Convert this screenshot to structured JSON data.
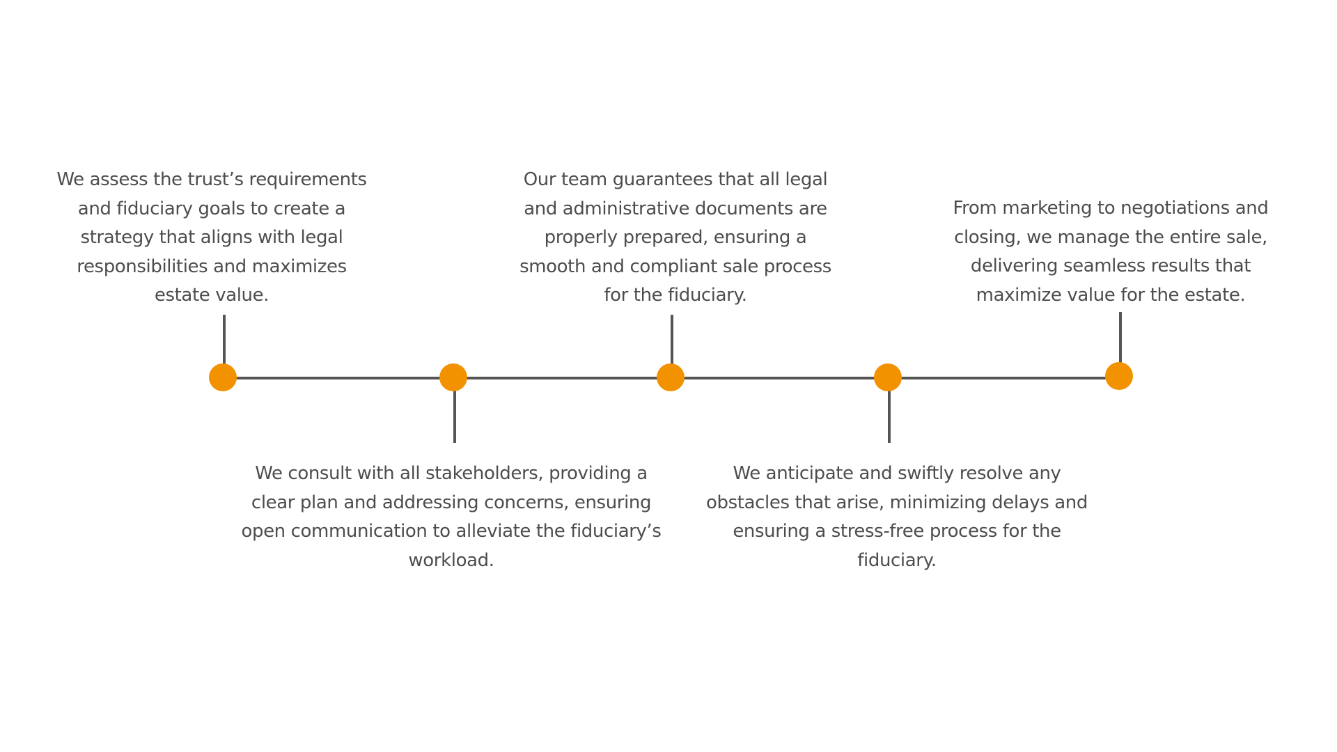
{
  "timeline": {
    "accent_color": "#F39200",
    "line_color": "#555555",
    "text_color": "#4d4d4d",
    "steps": [
      {
        "text": "We assess the trust’s requirements\nand fiduciary goals to create a\nstrategy that aligns with legal\nresponsibilities and maximizes\nestate value."
      },
      {
        "text": "We consult with all stakeholders, providing a\nclear plan and addressing concerns, ensuring\nopen communication to alleviate the fiduciary’s\nworkload."
      },
      {
        "text": "Our team guarantees that all legal\nand administrative documents are\nproperly prepared, ensuring a\nsmooth and compliant sale process\nfor the fiduciary."
      },
      {
        "text": "We anticipate and swiftly resolve any\nobstacles that arise, minimizing delays and\nensuring a stress-free process for the\nfiduciary."
      },
      {
        "text": "From marketing to negotiations and\nclosing, we manage the entire sale,\ndelivering seamless results that\nmaximize value for the estate."
      }
    ]
  }
}
